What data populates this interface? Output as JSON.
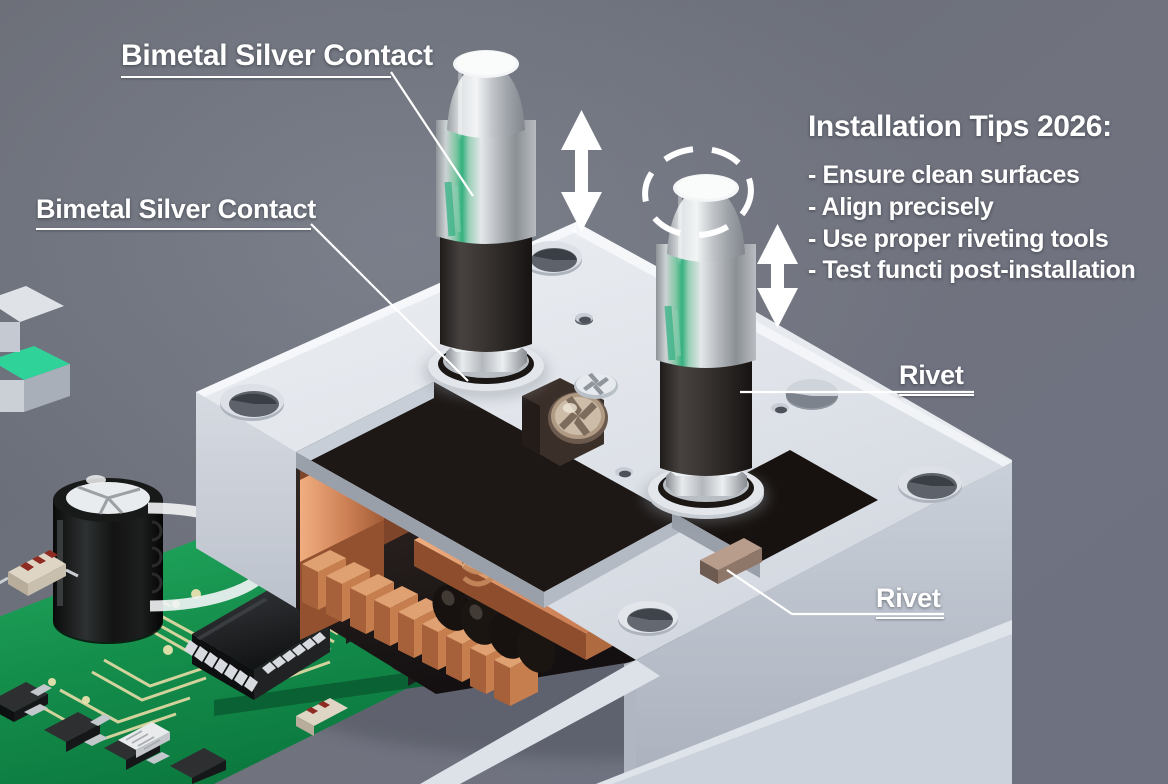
{
  "scene": {
    "title": "Bimetal silver contact rivet assembly cutaway",
    "background_top": "#6c6f78",
    "background_bottom": "#6d7180"
  },
  "annotations": {
    "contact_top": {
      "label": "Bimetal Silver Contact"
    },
    "contact_lower": {
      "label": "Bimetal Silver Contact"
    },
    "rivet_upper": {
      "label": "Rivet"
    },
    "rivet_lower": {
      "label": "Rivet"
    }
  },
  "tips": {
    "title": "Installation Tips 2026:",
    "items": [
      "- Ensure clean surfaces",
      "- Align precisely",
      "- Use proper riveting tools",
      "- Test functi post-installation"
    ]
  },
  "callout_colors": {
    "leader_line": "#ffffff",
    "text": "#ffffff",
    "arrow": "#ffffff",
    "dashed_circle": "#ffffff"
  },
  "materials": {
    "housing_top": "#e3e6eb",
    "housing_left_face": "#c9ced7",
    "housing_right_face": "#b9bfca",
    "housing_cavity": "#241d1b",
    "contact_silver": "#c9ccd0",
    "contact_body_dark": "#34302e",
    "copper": "#c0714a",
    "pcb_green": "#14914f",
    "pcb_trace": "#d9d39a",
    "capacitor_black": "#141414",
    "ic_black": "#1b1b1d"
  }
}
